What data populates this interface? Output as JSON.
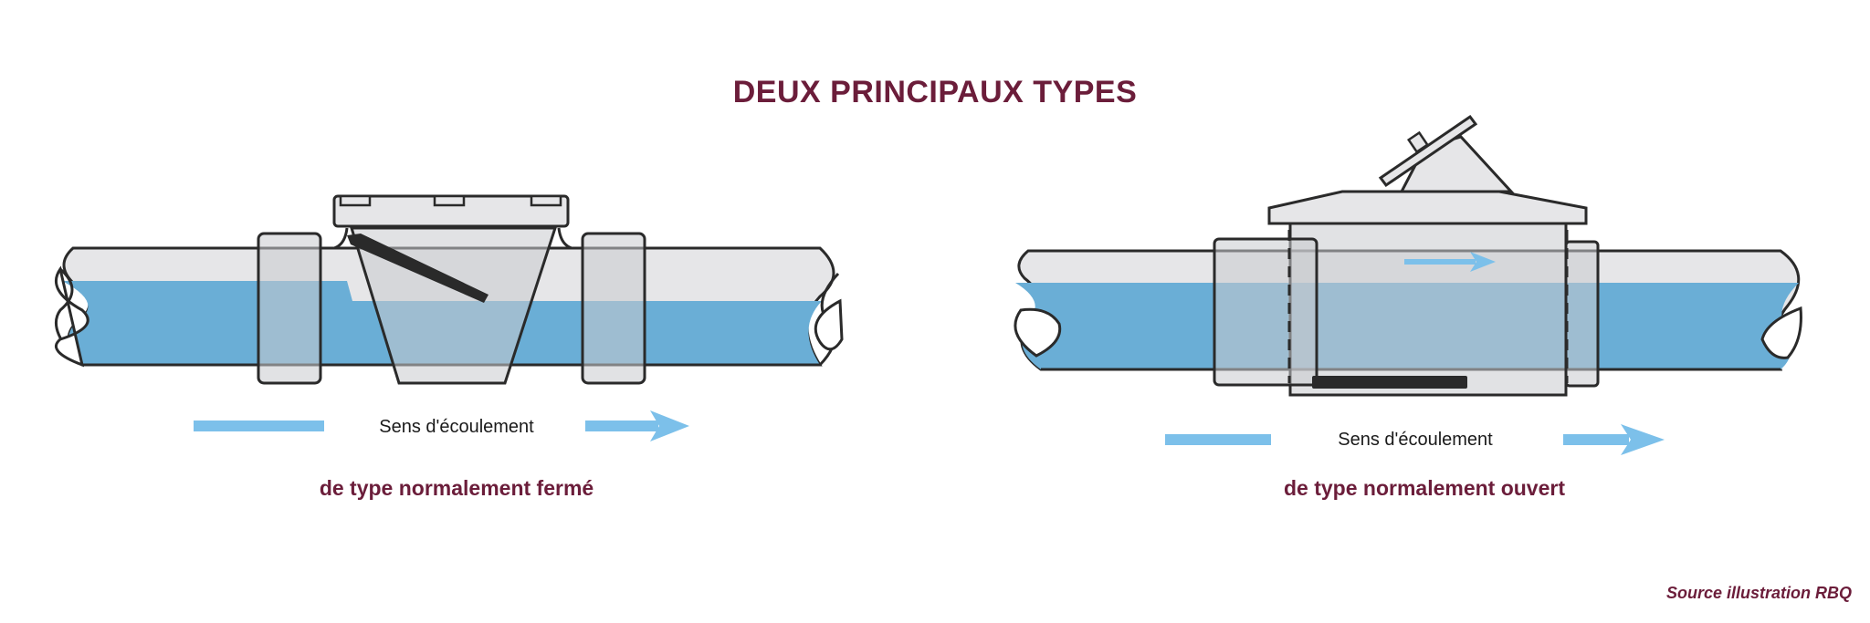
{
  "title": "DEUX PRINCIPAUX TYPES",
  "left": {
    "flow_label": "Sens d'écoulement",
    "caption": "de type normalement fermé"
  },
  "right": {
    "flow_label": "Sens d'écoulement",
    "caption": "de type normalement ouvert"
  },
  "source": "Source illustration RBQ",
  "colors": {
    "title": "#6b1d3a",
    "water": "#6aaed6",
    "pipe": "#e6e6e8",
    "arrow": "#7cc0ea",
    "outline": "#2a2a2a"
  }
}
